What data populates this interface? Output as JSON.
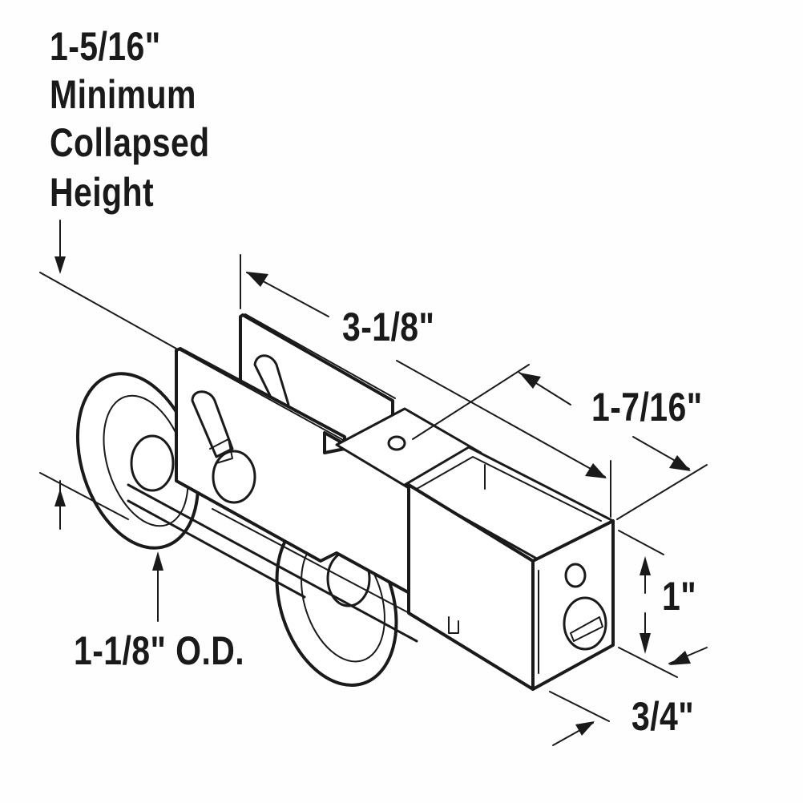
{
  "diagram": {
    "subject": "Sliding door roller assembly",
    "dimensions": {
      "collapsed_height": {
        "value": "1-5/16\"",
        "line1": "Minimum",
        "line2": "Collapsed",
        "line3": "Height"
      },
      "length": {
        "value": "3-1/8\""
      },
      "housing_length": {
        "value": "1-7/16\""
      },
      "height": {
        "value": "1\""
      },
      "width": {
        "value": "3/4\""
      },
      "wheel_diameter": {
        "value": "1-1/8\" O.D."
      }
    }
  }
}
